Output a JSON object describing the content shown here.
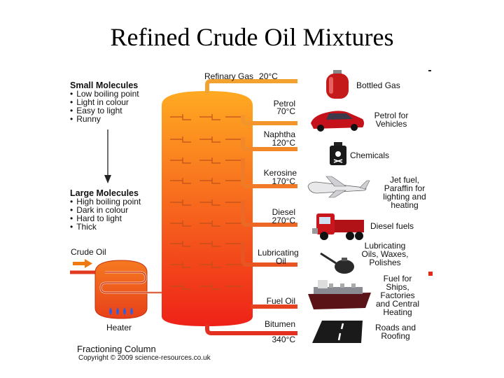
{
  "title": "Refined Crude Oil Mixtures",
  "small_molecules": {
    "heading": "Small Molecules",
    "bullets": [
      "Low boiling point",
      "Light in colour",
      "Easy to light",
      "Runny"
    ]
  },
  "large_molecules": {
    "heading": "Large Molecules",
    "bullets": [
      "High boiling point",
      "Dark in colour",
      "Hard to light",
      "Thick"
    ]
  },
  "crude_oil_label": "Crude Oil",
  "heater_label": "Heater",
  "column_caption": "Fractioning Column",
  "copyright": "Copyright © 2009 science-resources.co.uk",
  "fractions": [
    {
      "name": "Refinary Gas",
      "temp": "20°C",
      "use": [
        "Bottled Gas"
      ],
      "icon": "gas-bottle-icon"
    },
    {
      "name": "Petrol",
      "temp": "70°C",
      "use": [
        "Petrol for",
        "Vehicles"
      ],
      "icon": "car-icon"
    },
    {
      "name": "Naphtha",
      "temp": "120°C",
      "use": [
        "Chemicals"
      ],
      "icon": "chemical-bottle-icon"
    },
    {
      "name": "Kerosine",
      "temp": "170°C",
      "use": [
        "Jet fuel,",
        "Paraffin for",
        "lighting and",
        "heating"
      ],
      "icon": "airplane-icon"
    },
    {
      "name": "Diesel",
      "temp": "270°C",
      "use": [
        "Diesel fuels"
      ],
      "icon": "truck-icon"
    },
    {
      "name": "Lubricating Oil",
      "temp": "",
      "use": [
        "Lubricating",
        "Oils, Waxes,",
        "Polishes"
      ],
      "icon": "oil-can-icon"
    },
    {
      "name": "Fuel Oil",
      "temp": "",
      "use": [
        "Fuel for",
        "Ships,",
        "Factories",
        "and Central",
        "Heating"
      ],
      "icon": "ship-icon"
    },
    {
      "name": "Bitumen",
      "temp": "340°C",
      "use": [
        "Roads and",
        "Roofing"
      ],
      "icon": "road-icon"
    }
  ],
  "colors": {
    "column_top": "#ffa31f",
    "column_bottom": "#f0231b",
    "pipe_orange": "#f5a030",
    "pipe_red": "#e23a20",
    "arrow": "#f07a10"
  }
}
